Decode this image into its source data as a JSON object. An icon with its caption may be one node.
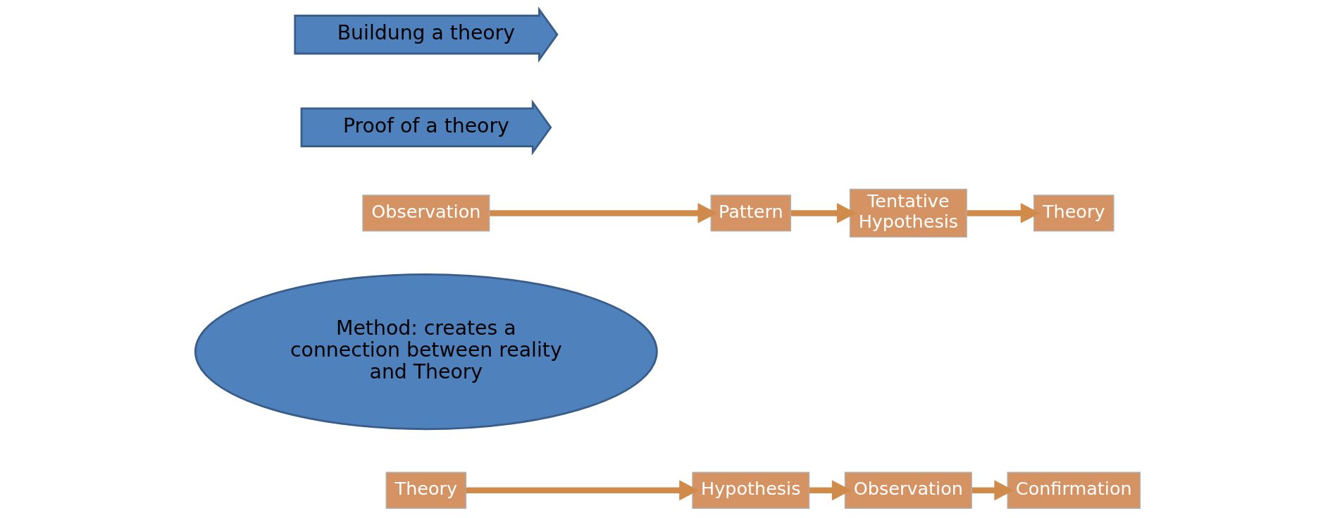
{
  "diagram": {
    "nodes": [
      {
        "text": [
          "Theory"
        ]
      },
      {
        "text": [
          "Hypothesis"
        ]
      },
      {
        "text": [
          "Observation"
        ]
      },
      {
        "text": [
          "Confirmation"
        ]
      },
      {
        "text": [
          "Method: creates a connection between reality and Theory"
        ]
      },
      {
        "text": [
          "Observation"
        ]
      },
      {
        "text": [
          "Pattern"
        ]
      },
      {
        "text": [
          "Tentative Hypothesis"
        ]
      },
      {
        "text": [
          "Theory"
        ]
      },
      {
        "text": [
          "Proof of a theory"
        ]
      },
      {
        "text": [
          "Buildung a theory"
        ]
      }
    ],
    "edges": [
      {
        "from": 0,
        "to": 1,
        "arrow": "to"
      },
      {
        "from": 1,
        "to": 2,
        "arrow": "to"
      },
      {
        "from": 2,
        "to": 3,
        "arrow": "to"
      },
      {
        "from": 5,
        "to": 6,
        "arrow": "to"
      },
      {
        "from": 6,
        "to": 7,
        "arrow": "to"
      },
      {
        "from": 7,
        "to": 8,
        "arrow": "to"
      }
    ]
  }
}
